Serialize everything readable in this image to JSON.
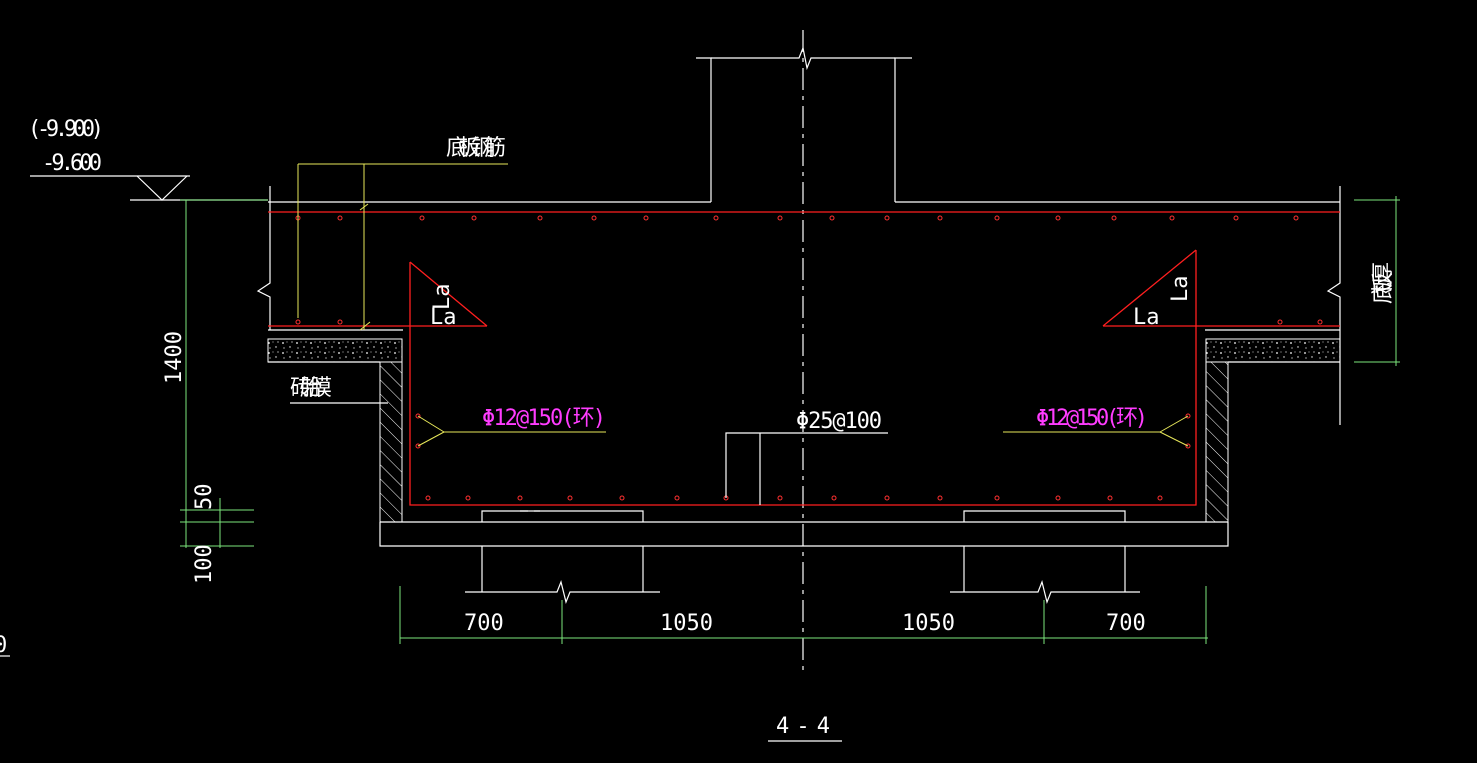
{
  "labels": {
    "elev_top": "(-9.900)",
    "elev_bottom": "-9.600",
    "slab_rebar": "底板钢筋",
    "membrane": "砖胎膜",
    "slab_thickness": "底板厚",
    "la_left": "La",
    "la_left_vert": "La",
    "la_right": "La",
    "la_right_vert": "La",
    "stirrup_left": "Φ12@150(环)",
    "stirrup_right": "Φ12@150(环)",
    "main_bar": "Φ25@100",
    "dim_1400": "1400",
    "dim_50": "50",
    "dim_100": "100",
    "dim_700_left": "700",
    "dim_1050_left": "1050",
    "dim_1050_right": "1050",
    "dim_700_right": "700",
    "section_title": "4-4",
    "edge_fragment": "0"
  },
  "colors": {
    "background": "#000000",
    "outline": "#ffffff",
    "dimension": "#7ce67c",
    "rebar": "#ff1f1f",
    "leader": "#e8e85a",
    "stirrup_text": "#ff3cff"
  }
}
